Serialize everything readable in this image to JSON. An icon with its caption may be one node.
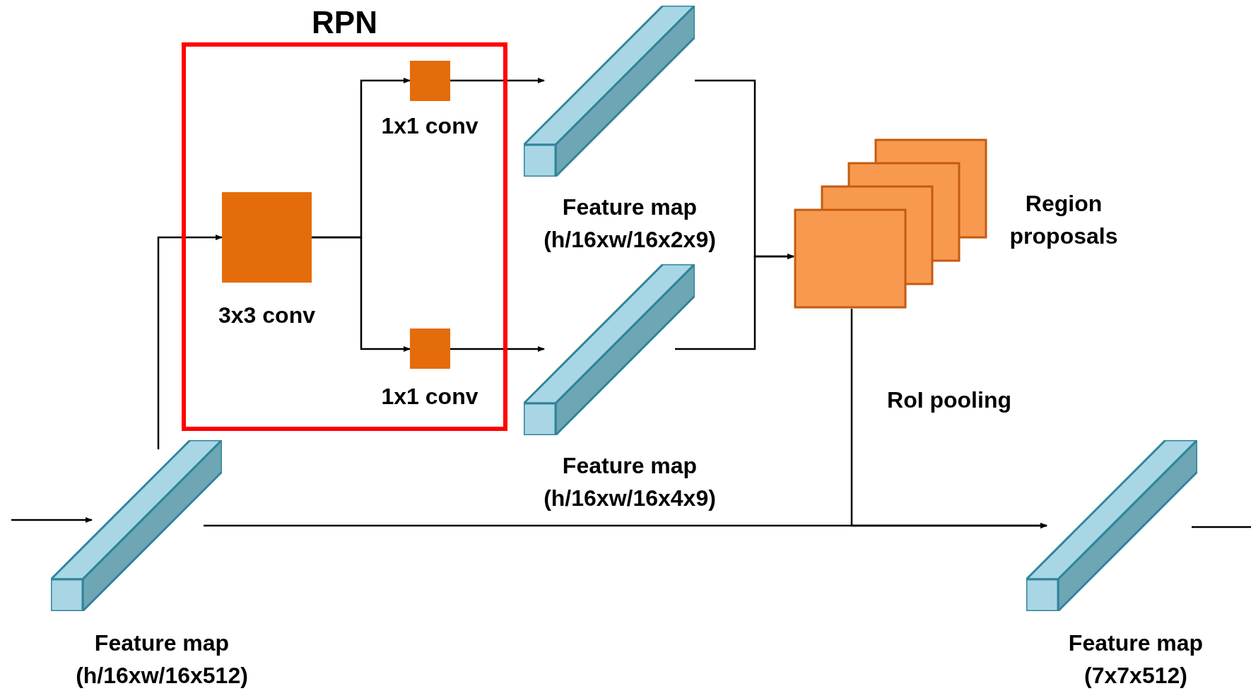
{
  "diagram": {
    "nodes": [
      {
        "text": [
          "RPN"
        ]
      },
      {
        "text": [
          "3x3 conv"
        ],
        "in": 0
      },
      {
        "text": [
          "1x1 conv"
        ],
        "in": 0
      },
      {
        "text": [
          "1x1 conv"
        ],
        "in": 0
      },
      {
        "text": [
          "Feature map (h/16xw/16x2x9)"
        ]
      },
      {
        "text": [
          "Feature map (h/16xw/16x4x9)"
        ]
      },
      {
        "text": [
          "Region proposals"
        ]
      },
      {
        "text": [
          "Feature map (h/16xw/16x512)"
        ]
      },
      {
        "text": [
          "Feature map (7x7x512)"
        ]
      }
    ],
    "edges": [
      {
        "from": null,
        "to": 7,
        "arrow": "to"
      },
      {
        "from": 7,
        "to": 1,
        "arrow": "to"
      },
      {
        "from": 1,
        "to": 2,
        "arrow": "to"
      },
      {
        "from": 1,
        "to": 3,
        "arrow": "to"
      },
      {
        "from": 2,
        "to": 4,
        "arrow": "to"
      },
      {
        "from": 3,
        "to": 5,
        "arrow": "to"
      },
      {
        "from": 4,
        "to": 6,
        "arrow": "to"
      },
      {
        "from": 5,
        "to": 6,
        "arrow": "to"
      },
      {
        "from": 7,
        "to": 8,
        "arrow": "to"
      },
      {
        "from": 6,
        "to": 8,
        "arrow": "to",
        "label": "RoI pooling"
      },
      {
        "from": 8,
        "to": null,
        "arrow": "none"
      }
    ]
  }
}
